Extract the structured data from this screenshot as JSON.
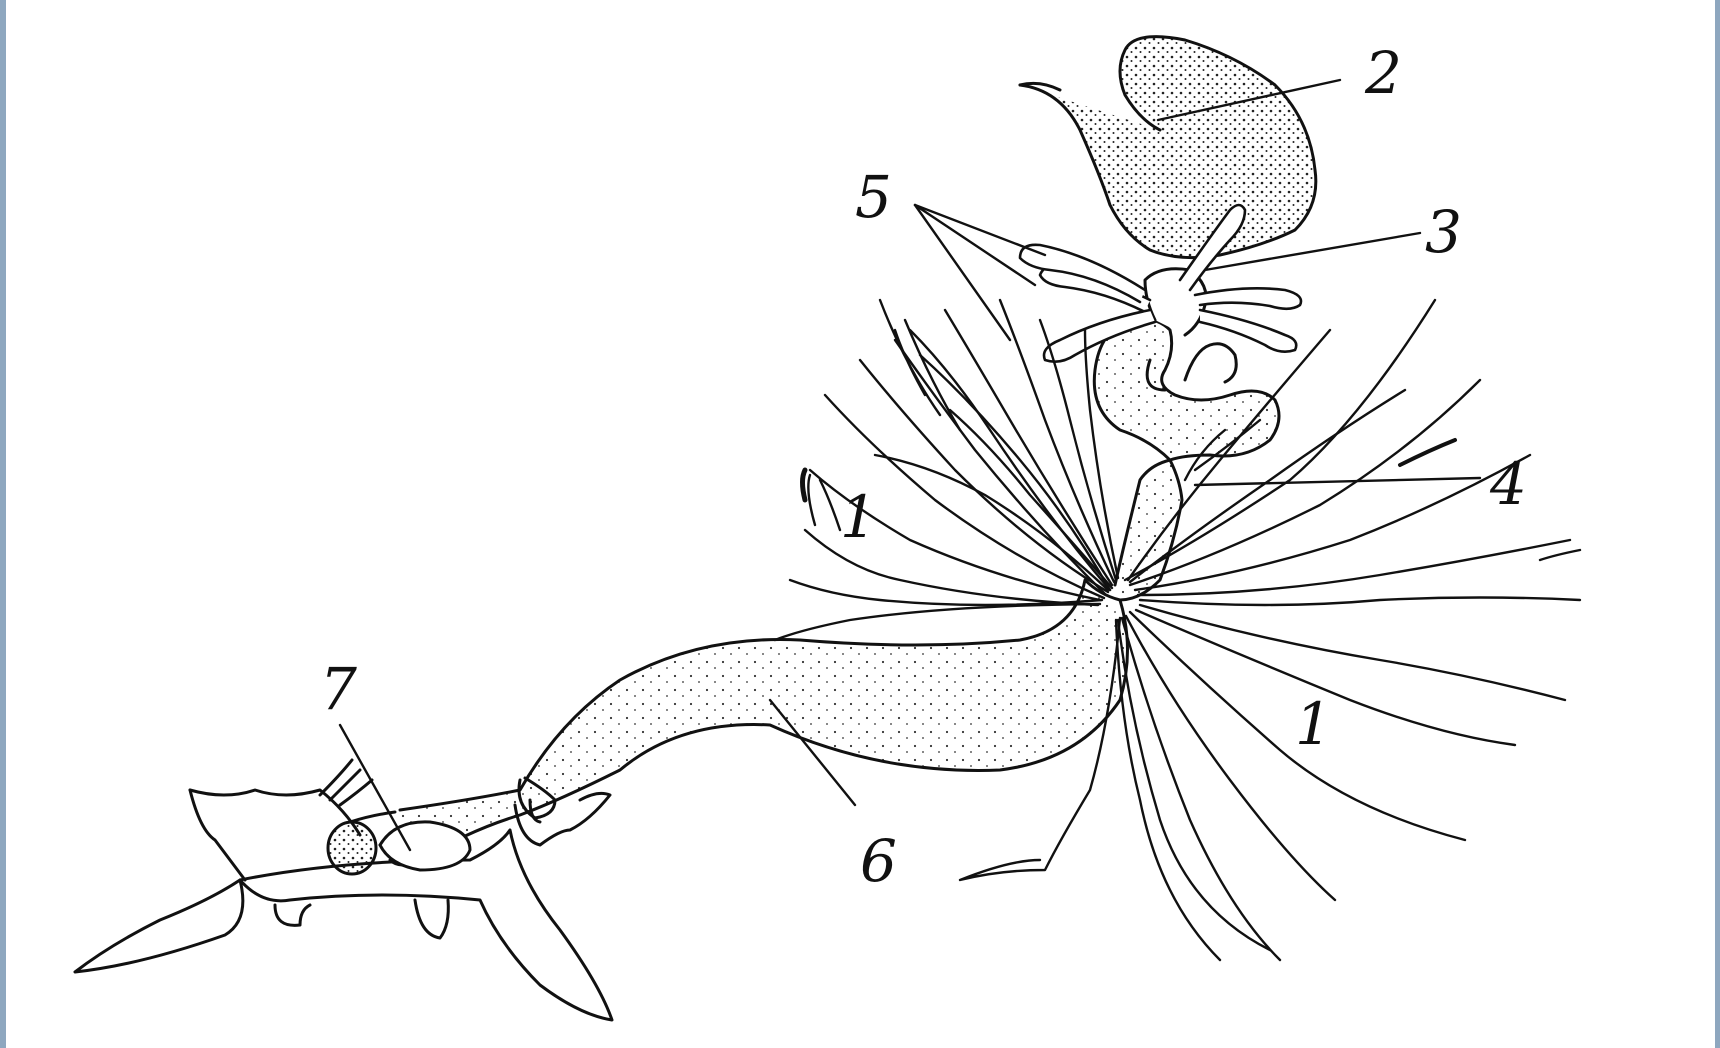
{
  "colors": {
    "ink": "#111111",
    "paper": "#ffffff",
    "frame": "#8ea7bf",
    "stipple": "#222222"
  },
  "labels": {
    "l1a": "1",
    "l1b": "1",
    "l2": "2",
    "l3": "3",
    "l4": "4",
    "l5": "5",
    "l6": "6",
    "l7": "7"
  }
}
